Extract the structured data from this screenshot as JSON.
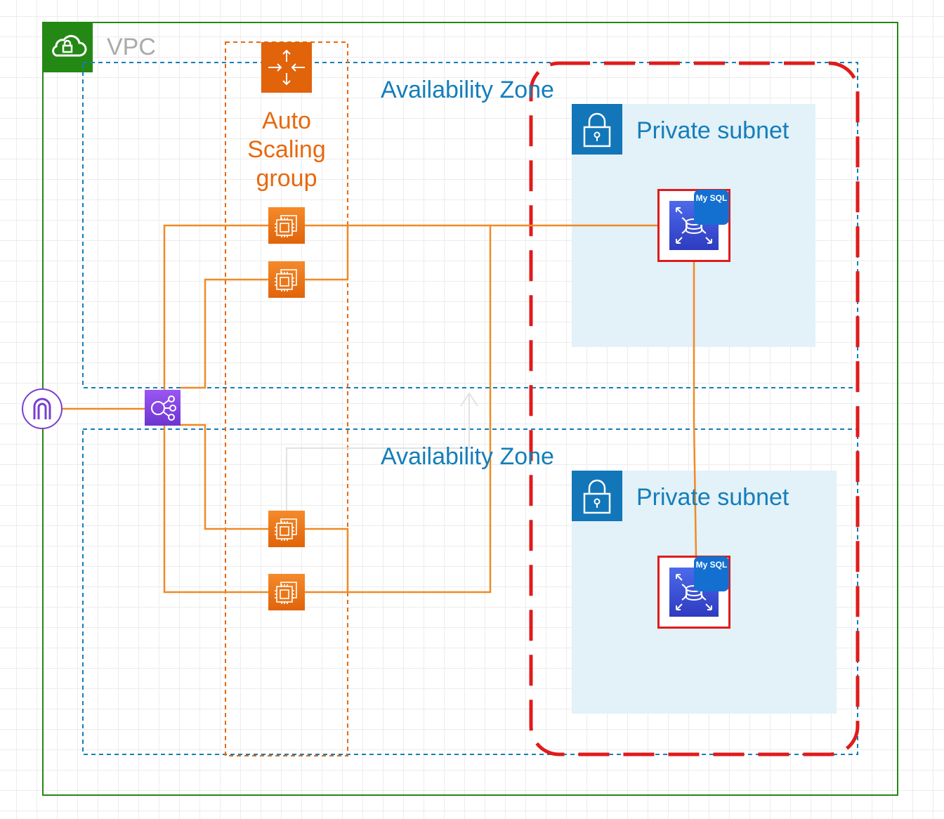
{
  "vpc": {
    "label": "VPC"
  },
  "availability_zones": [
    {
      "label": "Availability Zone"
    },
    {
      "label": "Availability Zone"
    }
  ],
  "subnets": [
    {
      "label": "Private subnet"
    },
    {
      "label": "Private subnet"
    }
  ],
  "auto_scaling_group": {
    "label_lines": [
      "Auto",
      "Scaling",
      "group"
    ]
  },
  "databases": [
    {
      "badge": "My SQL"
    },
    {
      "badge": "My SQL"
    }
  ],
  "colors": {
    "vpc": "#248814",
    "availability_zone": "#147eba",
    "auto_scaling": "#e7690f",
    "connection": "#f08a24",
    "elb": "#8c4fff",
    "rds": "#3b48cc",
    "highlight": "#e01b1b"
  },
  "icons": {
    "vpc": "cloud-lock-icon",
    "subnet": "lock-icon",
    "asg": "auto-scaling-icon",
    "ec2": "ec2-instance-icon",
    "elb": "load-balancer-icon",
    "igw": "internet-gateway-icon",
    "rds": "rds-database-icon"
  }
}
